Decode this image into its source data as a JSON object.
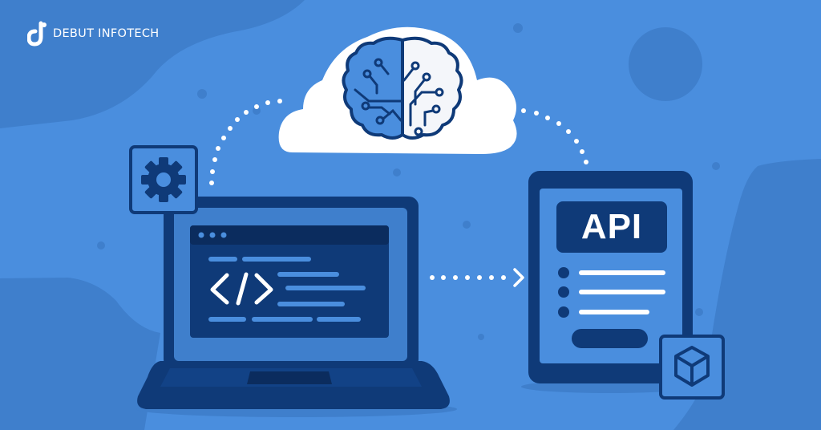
{
  "brand": {
    "name": "DEBUT INFOTECH",
    "logo_icon": "debut-infotech-logo-icon"
  },
  "illustration": {
    "theme": "AI-powered API integration",
    "cloud": {
      "icon": "brain-circuit-icon"
    },
    "laptop": {
      "badge_icon": "gear-icon",
      "screen_icon": "code-brackets-icon",
      "code_symbol": "</>"
    },
    "tablet": {
      "header_label": "API",
      "list_items": 3,
      "badge_icon": "cube-icon"
    },
    "connectors": [
      "laptop-to-cloud",
      "cloud-to-tablet",
      "laptop-to-tablet"
    ]
  },
  "colors": {
    "background": "#4a8ede",
    "background_shape": "#3f7fcc",
    "navy": "#0f3a78",
    "navy_dark": "#0b2c5e",
    "screen_blue": "#3f7fcc",
    "accent_light": "#5aa0ea",
    "white": "#ffffff"
  }
}
